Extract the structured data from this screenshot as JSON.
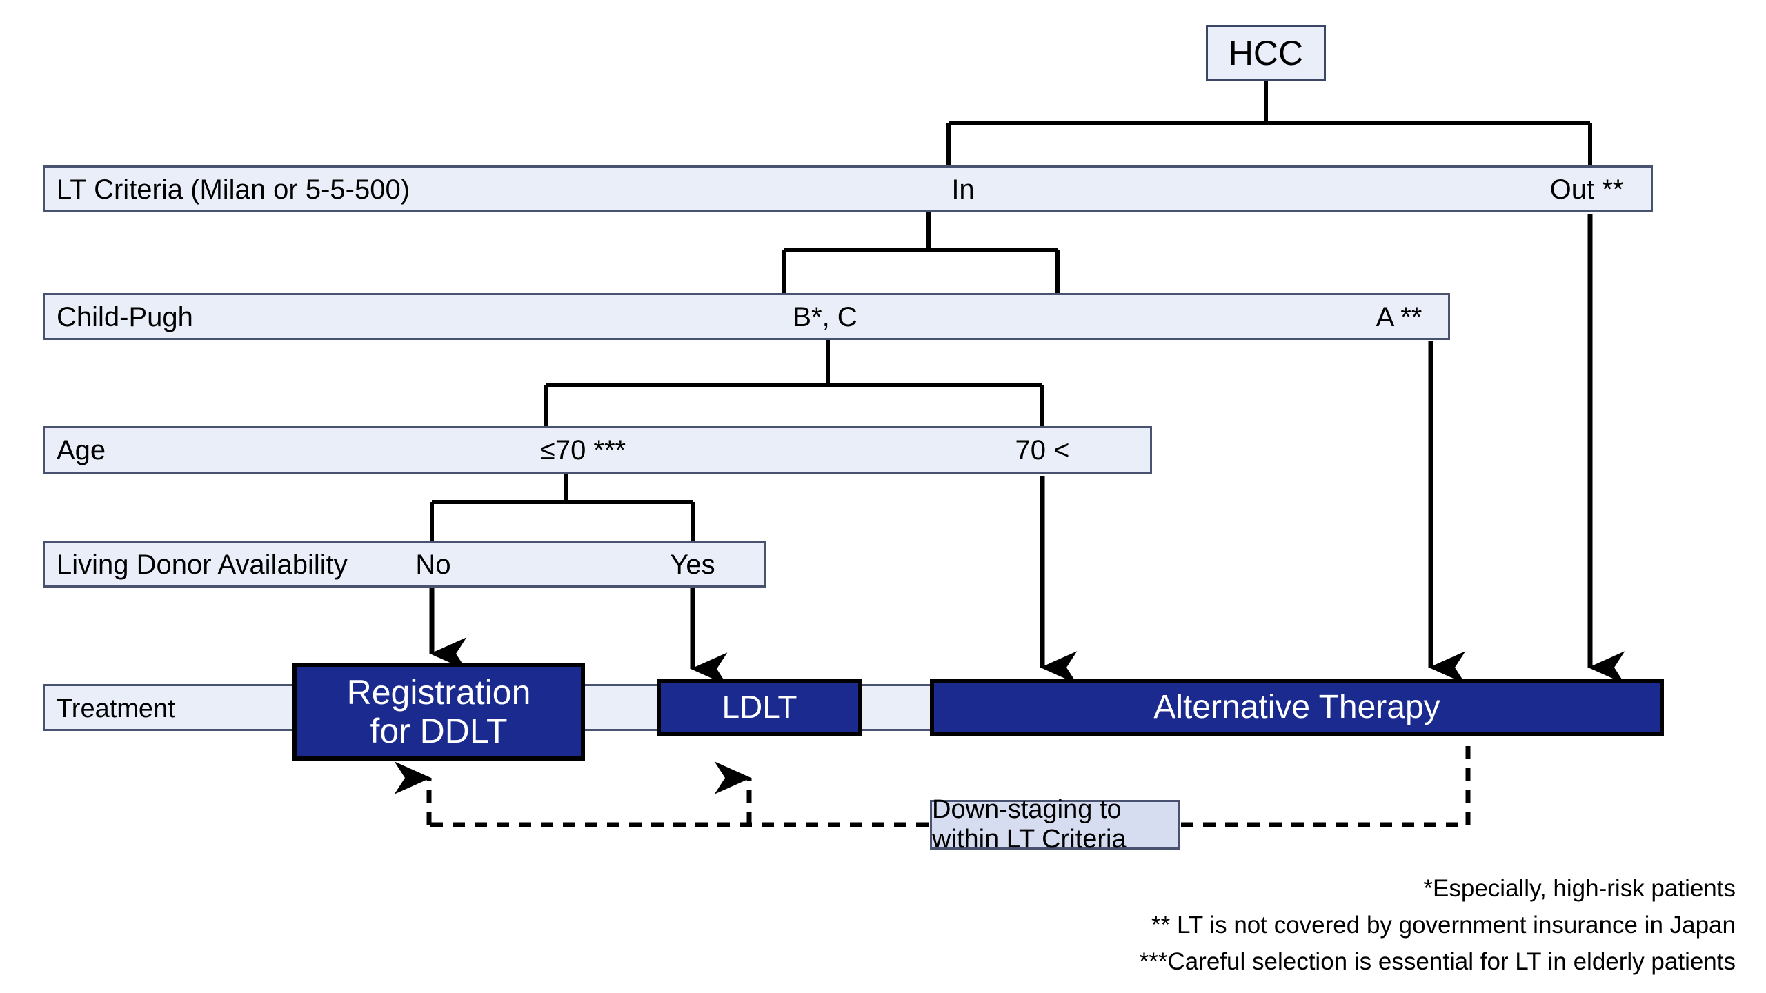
{
  "diagram": {
    "title": "HCC liver transplantation decision algorithm",
    "root": {
      "label": "HCC"
    },
    "rows": [
      {
        "id": "lt-criteria",
        "label": "LT Criteria (Milan or 5-5-500)",
        "options": [
          {
            "id": "in",
            "label": "In"
          },
          {
            "id": "out",
            "label": "Out **"
          }
        ]
      },
      {
        "id": "child-pugh",
        "label": "Child-Pugh",
        "options": [
          {
            "id": "bc",
            "label": "B*, C"
          },
          {
            "id": "a",
            "label": "A **"
          }
        ]
      },
      {
        "id": "age",
        "label": "Age",
        "options": [
          {
            "id": "le70",
            "label": "≤70 ***"
          },
          {
            "id": "gt70",
            "label": "70 <"
          }
        ]
      },
      {
        "id": "living-donor",
        "label": "Living Donor Availability",
        "options": [
          {
            "id": "no",
            "label": "No"
          },
          {
            "id": "yes",
            "label": "Yes"
          }
        ]
      },
      {
        "id": "treatment",
        "label": "Treatment",
        "options": []
      }
    ],
    "treatments": [
      {
        "id": "ddlt",
        "line1": "Registration",
        "line2": "for DDLT"
      },
      {
        "id": "ldlt",
        "label": "LDLT"
      },
      {
        "id": "alt",
        "label": "Alternative Therapy"
      }
    ],
    "downstaging": {
      "label": "Down-staging to within LT Criteria"
    },
    "footnotes": [
      "*Especially, high-risk patients",
      "** LT is not covered by government insurance in Japan",
      "***Careful selection is essential for LT in elderly patients"
    ],
    "colors": {
      "row_fill": "#eaeef9",
      "row_border": "#49536f",
      "treatment_fill": "#1b2a8f",
      "treatment_border": "#000000",
      "downstage_fill": "#d6ddf0",
      "connector": "#000000"
    }
  }
}
